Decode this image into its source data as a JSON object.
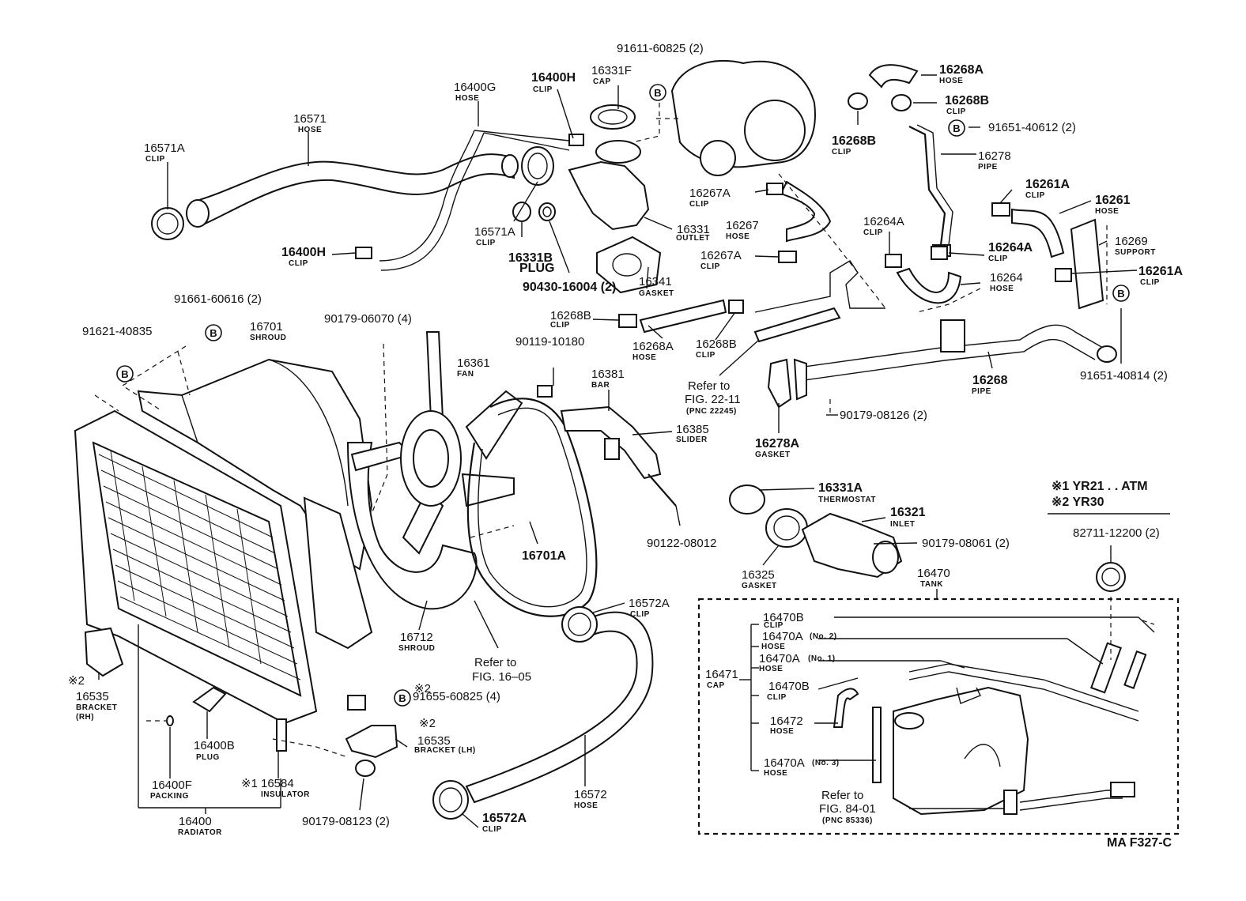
{
  "parts": [
    {
      "id": "p16571",
      "number": "16571",
      "name": "HOSE"
    },
    {
      "id": "p16571A_top",
      "number": "16571A",
      "name": "CLIP"
    },
    {
      "id": "p16400G",
      "number": "16400G",
      "name": "HOSE"
    },
    {
      "id": "p16400H_top",
      "number": "16400H",
      "name": "CLIP"
    },
    {
      "id": "p16331F",
      "number": "16331F",
      "name": "CAP"
    },
    {
      "id": "p91611",
      "number": "91611-60825 (2)",
      "name": ""
    },
    {
      "id": "p16571A_mid",
      "number": "16571A",
      "name": "CLIP"
    },
    {
      "id": "p16331B",
      "number": "16331B",
      "name": "PLUG"
    },
    {
      "id": "p90430",
      "number": "90430-16004 (2)",
      "name": ""
    },
    {
      "id": "p16331",
      "number": "16331",
      "name": "OUTLET"
    },
    {
      "id": "p16341",
      "number": "16341",
      "name": "GASKET"
    },
    {
      "id": "p16400H_low",
      "number": "16400H",
      "name": "CLIP"
    },
    {
      "id": "p16268A_top",
      "number": "16268A",
      "name": "HOSE"
    },
    {
      "id": "p16268B_top",
      "number": "16268B",
      "name": "CLIP"
    },
    {
      "id": "p16268B_left",
      "number": "16268B",
      "name": "CLIP"
    },
    {
      "id": "p91651_40612",
      "number": "91651-40612 (2)",
      "name": ""
    },
    {
      "id": "p16278",
      "number": "16278",
      "name": "PIPE"
    },
    {
      "id": "p16267A_top",
      "number": "16267A",
      "name": "CLIP"
    },
    {
      "id": "p16267",
      "number": "16267",
      "name": "HOSE"
    },
    {
      "id": "p16267A_low",
      "number": "16267A",
      "name": "CLIP"
    },
    {
      "id": "p16264A_left",
      "number": "16264A",
      "name": "CLIP"
    },
    {
      "id": "p16261A_top",
      "number": "16261A",
      "name": "CLIP"
    },
    {
      "id": "p16261",
      "number": "16261",
      "name": "HOSE"
    },
    {
      "id": "p16269",
      "number": "16269",
      "name": "SUPPORT"
    },
    {
      "id": "p16264A_right",
      "number": "16264A",
      "name": "CLIP"
    },
    {
      "id": "p16261A_right",
      "number": "16261A",
      "name": "CLIP"
    },
    {
      "id": "p16264",
      "number": "16264",
      "name": "HOSE"
    },
    {
      "id": "p16268B_mid1",
      "number": "16268B",
      "name": "CLIP"
    },
    {
      "id": "p16268A_mid",
      "number": "16268A",
      "name": "HOSE"
    },
    {
      "id": "p16268B_mid2",
      "number": "16268B",
      "name": "CLIP"
    },
    {
      "id": "p16268",
      "number": "16268",
      "name": "PIPE"
    },
    {
      "id": "p91651_40814",
      "number": "91651-40814 (2)",
      "name": ""
    },
    {
      "id": "p91661",
      "number": "91661-60616 (2)",
      "name": ""
    },
    {
      "id": "p91621",
      "number": "91621-40835",
      "name": ""
    },
    {
      "id": "p16701",
      "number": "16701",
      "name": "SHROUD"
    },
    {
      "id": "p90179_06070",
      "number": "90179-06070 (4)",
      "name": ""
    },
    {
      "id": "p16361",
      "number": "16361",
      "name": "FAN"
    },
    {
      "id": "p90119",
      "number": "90119-10180",
      "name": ""
    },
    {
      "id": "p16381",
      "number": "16381",
      "name": "BAR"
    },
    {
      "id": "p16385",
      "number": "16385",
      "name": "SLIDER"
    },
    {
      "id": "p90122",
      "number": "90122-08012",
      "name": ""
    },
    {
      "id": "p16278A",
      "number": "16278A",
      "name": "GASKET"
    },
    {
      "id": "p90179_08126",
      "number": "90179-08126 (2)",
      "name": ""
    },
    {
      "id": "p16701A",
      "number": "16701A",
      "name": ""
    },
    {
      "id": "p16331A",
      "number": "16331A",
      "name": "THERMOSTAT"
    },
    {
      "id": "p16321",
      "number": "16321",
      "name": "INLET"
    },
    {
      "id": "p90179_08061",
      "number": "90179-08061 (2)",
      "name": ""
    },
    {
      "id": "p16325",
      "number": "16325",
      "name": "GASKET"
    },
    {
      "id": "p82711",
      "number": "82711-12200 (2)",
      "name": ""
    },
    {
      "id": "p16572A_top",
      "number": "16572A",
      "name": "CLIP"
    },
    {
      "id": "p16712",
      "number": "16712",
      "name": "SHROUD"
    },
    {
      "id": "p16470",
      "number": "16470",
      "name": "TANK"
    },
    {
      "id": "p16470B_top",
      "number": "16470B",
      "name": "CLIP"
    },
    {
      "id": "p16470A_no2",
      "number": "16470A",
      "sub": "(No. 2)",
      "name": "HOSE"
    },
    {
      "id": "p16470A_no1",
      "number": "16470A",
      "sub": "(No. 1)",
      "name": "HOSE"
    },
    {
      "id": "p16471",
      "number": "16471",
      "name": "CAP"
    },
    {
      "id": "p16470B_mid",
      "number": "16470B",
      "name": "CLIP"
    },
    {
      "id": "p16472",
      "number": "16472",
      "name": "HOSE"
    },
    {
      "id": "p16470A_no3",
      "number": "16470A",
      "sub": "(No. 3)",
      "name": "HOSE"
    },
    {
      "id": "p16535_rh",
      "number": "16535",
      "name": "BRACKET",
      "extra": "(RH)"
    },
    {
      "id": "p16400B",
      "number": "16400B",
      "name": "PLUG"
    },
    {
      "id": "p91655",
      "number": "91655-60825 (4)",
      "name": ""
    },
    {
      "id": "p16535_lh",
      "number": "16535",
      "name": "BRACKET (LH)"
    },
    {
      "id": "p16584",
      "number": "16584",
      "name": "INSULATOR"
    },
    {
      "id": "p16400F",
      "number": "16400F",
      "name": "PACKING"
    },
    {
      "id": "p16400",
      "number": "16400",
      "name": "RADIATOR"
    },
    {
      "id": "p90179_08123",
      "number": "90179-08123 (2)",
      "name": ""
    },
    {
      "id": "p16572",
      "number": "16572",
      "name": "HOSE"
    },
    {
      "id": "p16572A_low",
      "number": "16572A",
      "name": "CLIP"
    }
  ],
  "references": [
    {
      "id": "ref22",
      "line1": "Refer to",
      "line2": "FIG. 22-11",
      "line3": "(PNC 22245)"
    },
    {
      "id": "ref16",
      "line1": "Refer to",
      "line2": "FIG. 16–05"
    },
    {
      "id": "ref84",
      "line1": "Refer to",
      "line2": "FIG. 84-01",
      "line3": "(PNC 85336)"
    }
  ],
  "circled_letter": "B",
  "legend": {
    "mark": "※",
    "row1": "※1 YR21 . . ATM",
    "row2": "※2 YR30"
  },
  "markers": {
    "m2_rh": "※2",
    "m2_91655": "※2",
    "m2_lh": "※2",
    "m1_16584": "※1"
  },
  "figure_code": "MA F327-C"
}
